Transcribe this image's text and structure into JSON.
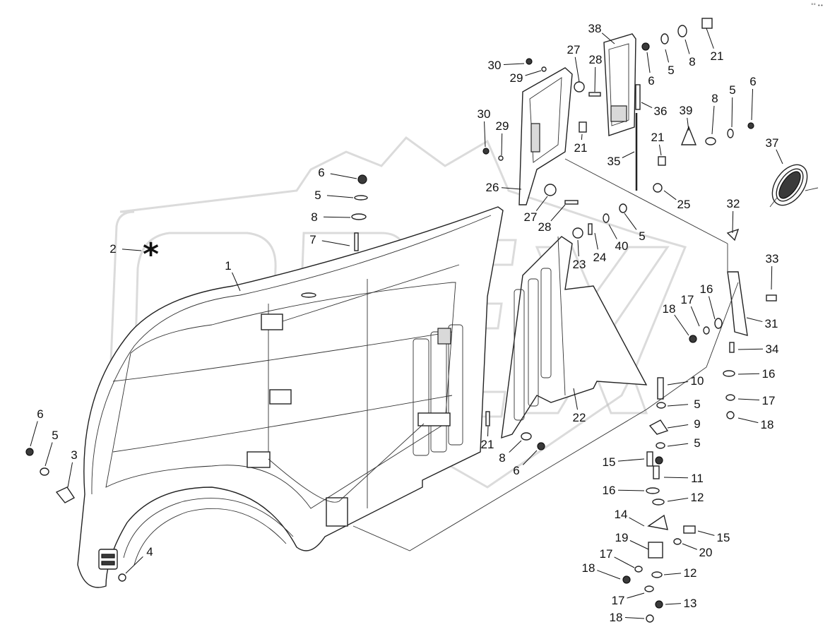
{
  "diagram": {
    "corner_mark": "°° ••",
    "asterisk": "*",
    "watermark_text": "OPEX"
  },
  "callouts": [
    {
      "id": "c1",
      "label": "1"
    },
    {
      "id": "c2",
      "label": "2"
    },
    {
      "id": "c3",
      "label": "3"
    },
    {
      "id": "c4",
      "label": "4"
    },
    {
      "id": "c5a",
      "label": "5"
    },
    {
      "id": "c5b",
      "label": "5"
    },
    {
      "id": "c5c",
      "label": "5"
    },
    {
      "id": "c5d",
      "label": "5"
    },
    {
      "id": "c5e",
      "label": "5"
    },
    {
      "id": "c5f",
      "label": "5"
    },
    {
      "id": "c5g",
      "label": "5"
    },
    {
      "id": "c6a",
      "label": "6"
    },
    {
      "id": "c6b",
      "label": "6"
    },
    {
      "id": "c6c",
      "label": "6"
    },
    {
      "id": "c6d",
      "label": "6"
    },
    {
      "id": "c6e",
      "label": "6"
    },
    {
      "id": "c7",
      "label": "7"
    },
    {
      "id": "c8a",
      "label": "8"
    },
    {
      "id": "c8b",
      "label": "8"
    },
    {
      "id": "c8c",
      "label": "8"
    },
    {
      "id": "c8d",
      "label": "8"
    },
    {
      "id": "c9",
      "label": "9"
    },
    {
      "id": "c10",
      "label": "10"
    },
    {
      "id": "c11",
      "label": "11"
    },
    {
      "id": "c12a",
      "label": "12"
    },
    {
      "id": "c12b",
      "label": "12"
    },
    {
      "id": "c13",
      "label": "13"
    },
    {
      "id": "c14",
      "label": "14"
    },
    {
      "id": "c15a",
      "label": "15"
    },
    {
      "id": "c15b",
      "label": "15"
    },
    {
      "id": "c16a",
      "label": "16"
    },
    {
      "id": "c16b",
      "label": "16"
    },
    {
      "id": "c16c",
      "label": "16"
    },
    {
      "id": "c17a",
      "label": "17"
    },
    {
      "id": "c17b",
      "label": "17"
    },
    {
      "id": "c17c",
      "label": "17"
    },
    {
      "id": "c17d",
      "label": "17"
    },
    {
      "id": "c18a",
      "label": "18"
    },
    {
      "id": "c18b",
      "label": "18"
    },
    {
      "id": "c18c",
      "label": "18"
    },
    {
      "id": "c18d",
      "label": "18"
    },
    {
      "id": "c19",
      "label": "19"
    },
    {
      "id": "c20",
      "label": "20"
    },
    {
      "id": "c21a",
      "label": "21"
    },
    {
      "id": "c21b",
      "label": "21"
    },
    {
      "id": "c21c",
      "label": "21"
    },
    {
      "id": "c21d",
      "label": "21"
    },
    {
      "id": "c22",
      "label": "22"
    },
    {
      "id": "c23",
      "label": "23"
    },
    {
      "id": "c24",
      "label": "24"
    },
    {
      "id": "c25",
      "label": "25"
    },
    {
      "id": "c26",
      "label": "26"
    },
    {
      "id": "c27a",
      "label": "27"
    },
    {
      "id": "c27b",
      "label": "27"
    },
    {
      "id": "c28a",
      "label": "28"
    },
    {
      "id": "c28b",
      "label": "28"
    },
    {
      "id": "c29a",
      "label": "29"
    },
    {
      "id": "c29b",
      "label": "29"
    },
    {
      "id": "c30a",
      "label": "30"
    },
    {
      "id": "c30b",
      "label": "30"
    },
    {
      "id": "c31",
      "label": "31"
    },
    {
      "id": "c32",
      "label": "32"
    },
    {
      "id": "c33",
      "label": "33"
    },
    {
      "id": "c34",
      "label": "34"
    },
    {
      "id": "c35",
      "label": "35"
    },
    {
      "id": "c36",
      "label": "36"
    },
    {
      "id": "c37",
      "label": "37"
    },
    {
      "id": "c38",
      "label": "38"
    },
    {
      "id": "c39",
      "label": "39"
    },
    {
      "id": "c40",
      "label": "40"
    }
  ]
}
